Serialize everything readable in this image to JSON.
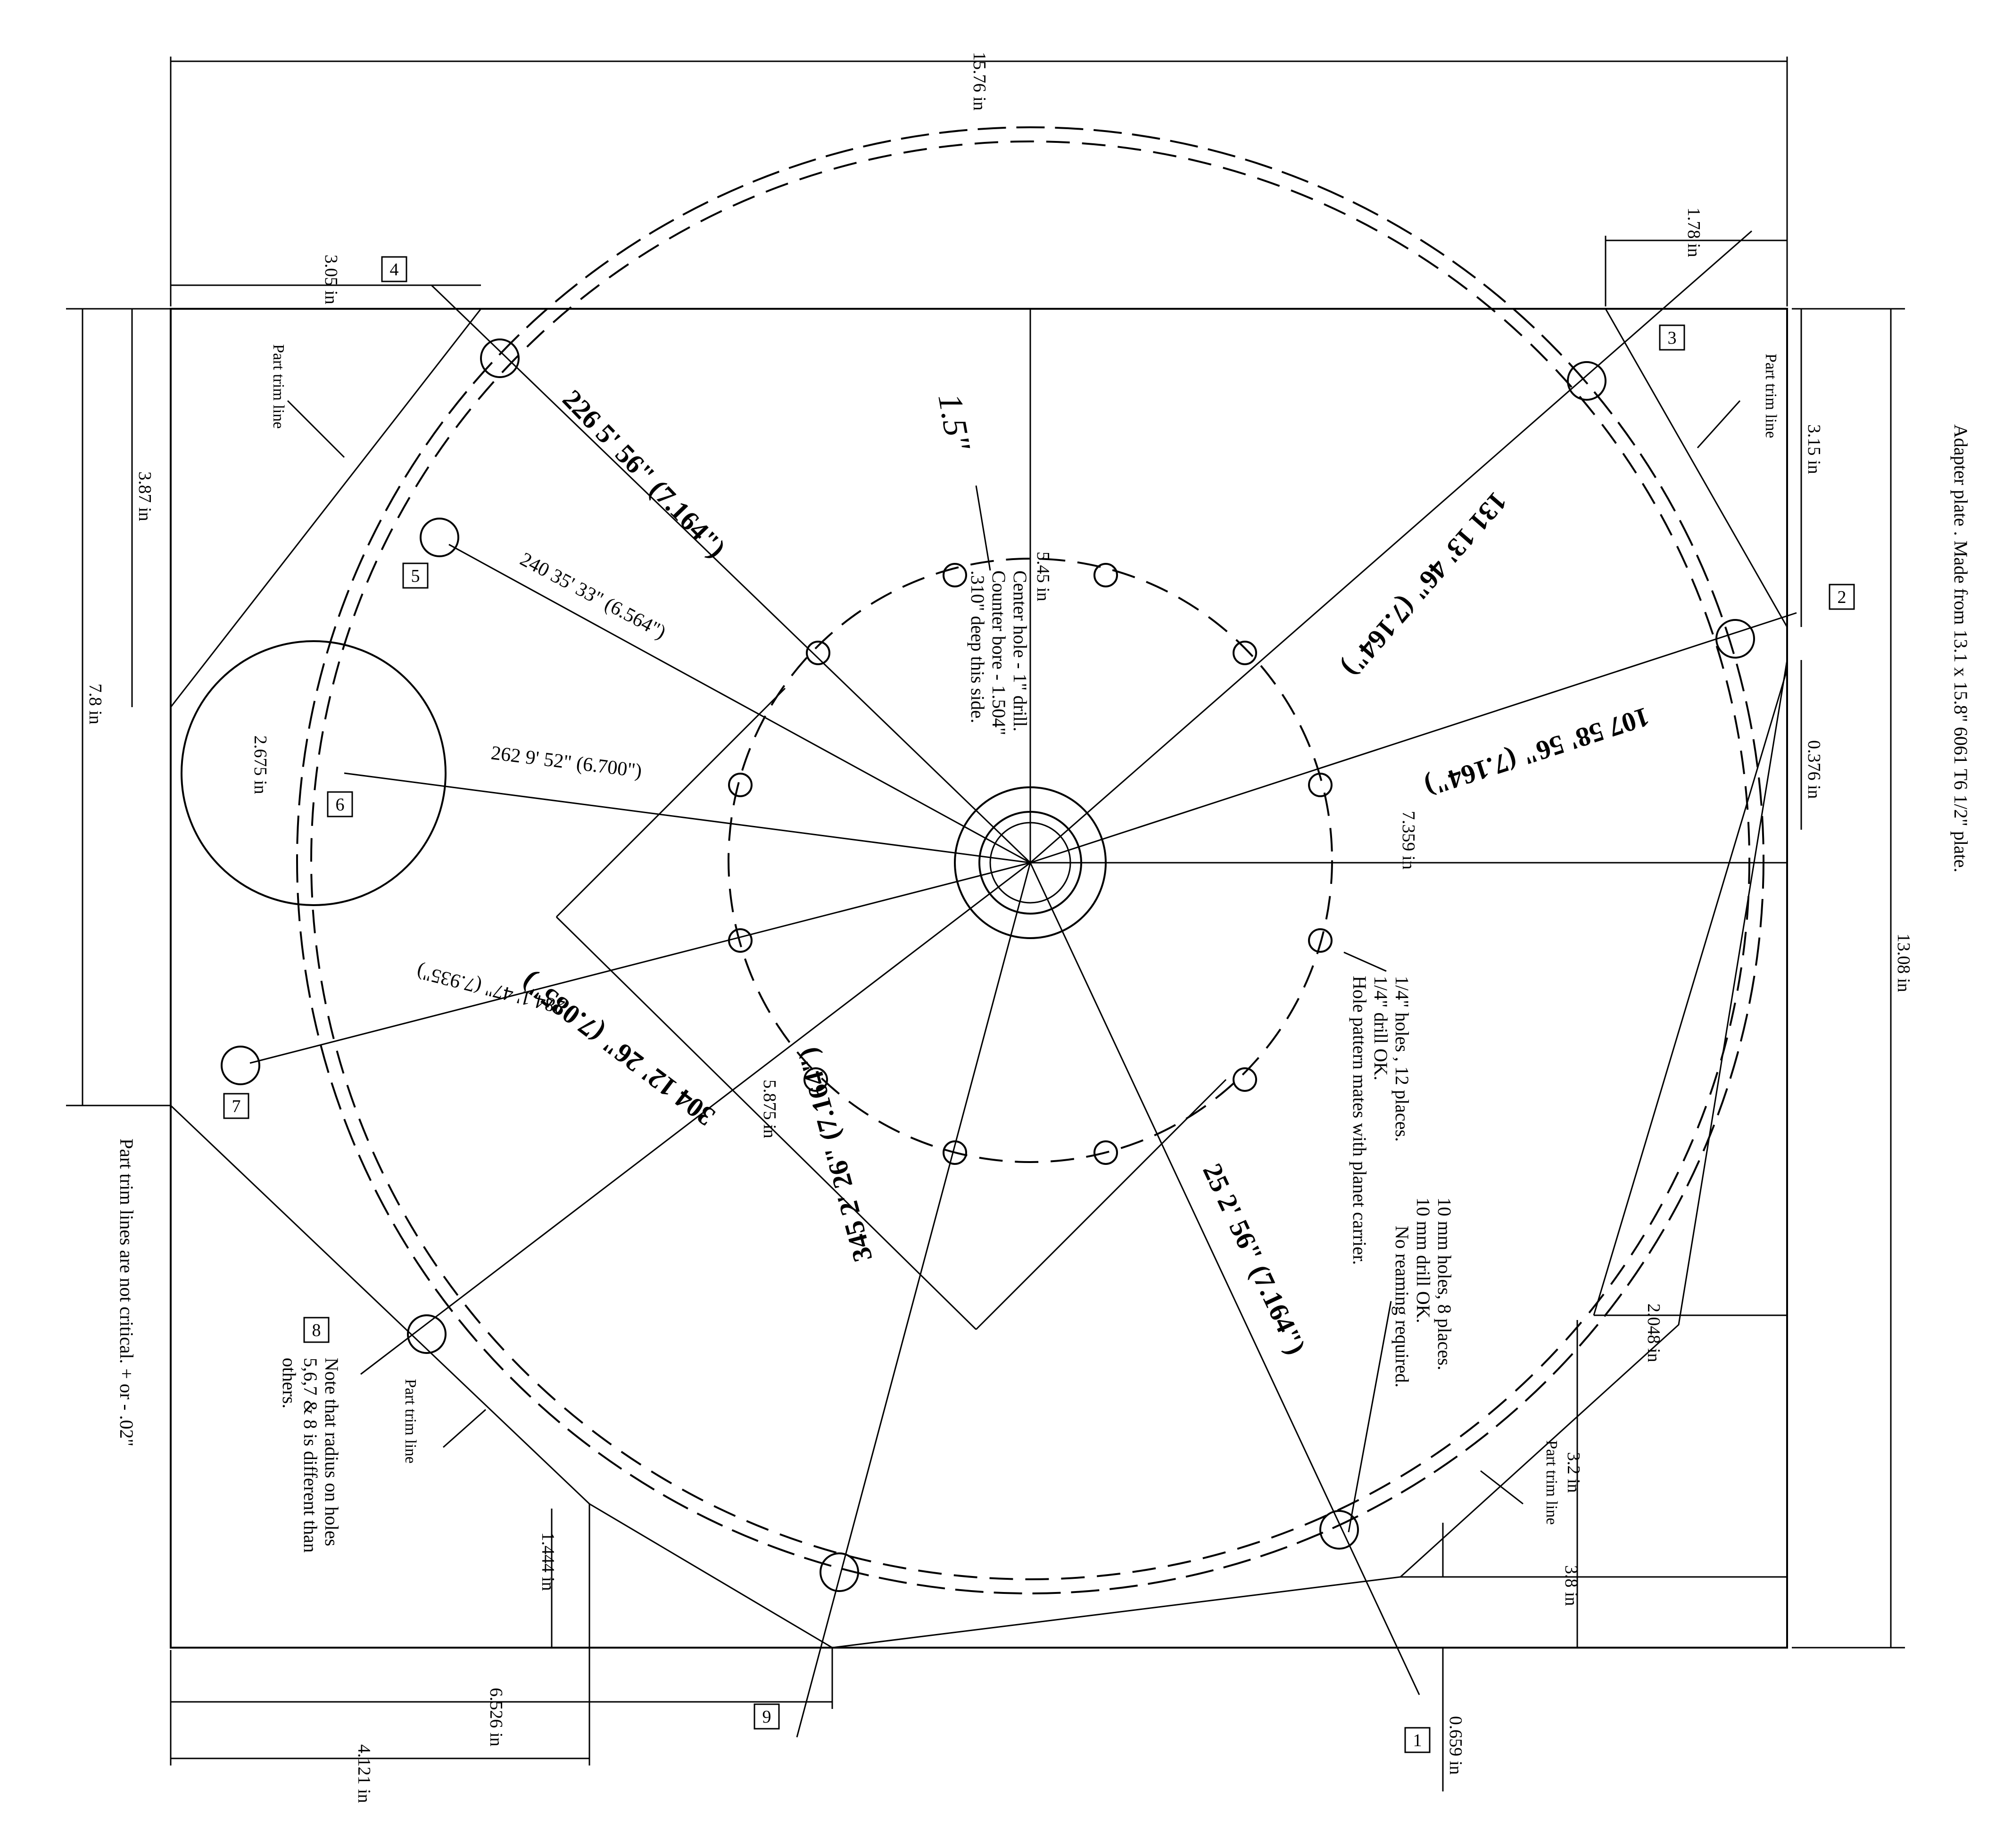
{
  "drawing": {
    "title": "Adapter plate .  Made from 13.1 x 15.8\"  6061 T6 1/2\" plate.",
    "dimensions": {
      "overall_width": "15.76 in",
      "overall_height": "13.08 in",
      "left_top_offset": "3.05 in",
      "right_top_offset": "1.78 in",
      "left_upper": "3.87 in",
      "left_total": "7.8 in",
      "right_upper": "3.15 in",
      "right_small": "0.376 in",
      "center_right": "7.359 in",
      "center_top": "5.45 in",
      "hole6_diameter": "2.675 in",
      "diag": "5.875 in",
      "bottom_left_height": "1.444 in",
      "bottom_left_w1": "6.526 in",
      "bottom_left_w2": "4.121 in",
      "right_lower_1": "2.048 in",
      "right_lower_2": "3.2 in",
      "right_lower_3": "3.8 in",
      "bottom_right_small": "0.659 in"
    },
    "radial_labels": {
      "h4": "226  5' 56\"  (7.164\")",
      "h3": "131  13' 46\"  (7.164\")",
      "h2": "107  58' 56\"  (7.164\")",
      "h5": "240  35' 33\"  (6.564\")",
      "h6": "262  9' 52\"  (6.700\")",
      "h7": "284  1' 47\"  (7.935\")",
      "h8": "304  12' 26\"  (7.085\")",
      "h9": "345  2' 26\"  (7.164\")",
      "h1": "25  2' 56\"  (7.164\")"
    },
    "hole_tags": [
      "1",
      "2",
      "3",
      "4",
      "5",
      "6",
      "7",
      "8",
      "9"
    ],
    "notes": {
      "center1": "Center hole - 1\" drill.",
      "center2": "Counter bore - 1.504\"",
      "center3": ".310\" deep this side.",
      "handwritten": "1.5\"",
      "small_holes1": "1/4\" holes , 12 places.",
      "small_holes2": "1/4\" drill OK.",
      "small_holes3": "Hole pattern mates with planet carrier.",
      "mm_holes1": "10 mm holes, 8 places.",
      "mm_holes2": "10 mm drill OK.",
      "mm_holes3": "No reaming required.",
      "radius_note1": "Note that radius on holes",
      "radius_note2": "5,6,7 & 8 is different than",
      "radius_note3": "others.",
      "trim_note": "Part trim lines are not critical.  + or -  .02\"",
      "trim_line": "Part trim line"
    }
  }
}
